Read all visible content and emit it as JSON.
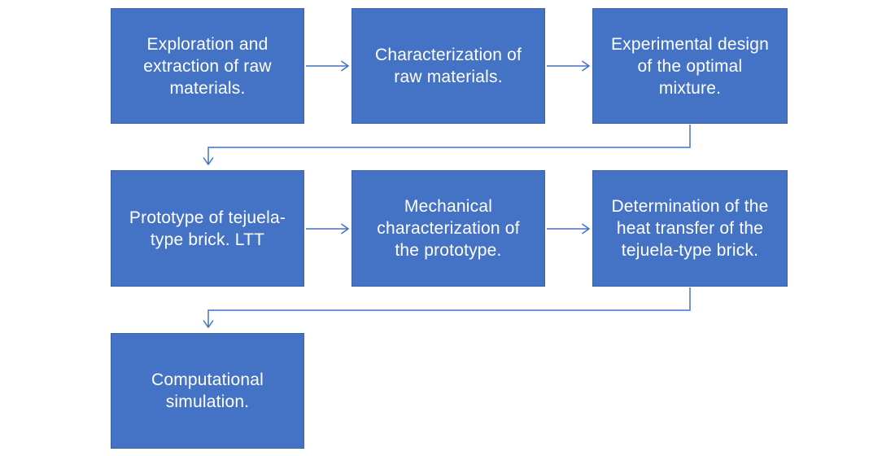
{
  "diagram": {
    "type": "flowchart",
    "steps": [
      {
        "id": 1,
        "label": "Exploration and\nextraction of raw\nmaterials."
      },
      {
        "id": 2,
        "label": "Characterization of\nraw materials."
      },
      {
        "id": 3,
        "label": "Experimental design\nof the optimal\nmixture."
      },
      {
        "id": 4,
        "label": "Prototype of tejuela-\ntype brick. LTT"
      },
      {
        "id": 5,
        "label": "Mechanical\ncharacterization of\nthe prototype."
      },
      {
        "id": 6,
        "label": "Determination of the\nheat transfer of the\ntejuela-type brick."
      },
      {
        "id": 7,
        "label": "Computational\nsimulation."
      }
    ],
    "edges": [
      {
        "from": 1,
        "to": 2,
        "style": "straight-arrow"
      },
      {
        "from": 2,
        "to": 3,
        "style": "straight-arrow"
      },
      {
        "from": 3,
        "to": 4,
        "style": "elbow-arrow"
      },
      {
        "from": 4,
        "to": 5,
        "style": "straight-arrow"
      },
      {
        "from": 5,
        "to": 6,
        "style": "straight-arrow"
      },
      {
        "from": 6,
        "to": 7,
        "style": "elbow-arrow"
      }
    ]
  },
  "colors": {
    "box_fill": "#4472C4",
    "box_border": "#3A62AD",
    "connector": "#4472C4",
    "text": "#FFFFFF",
    "background": "#FFFFFF"
  }
}
